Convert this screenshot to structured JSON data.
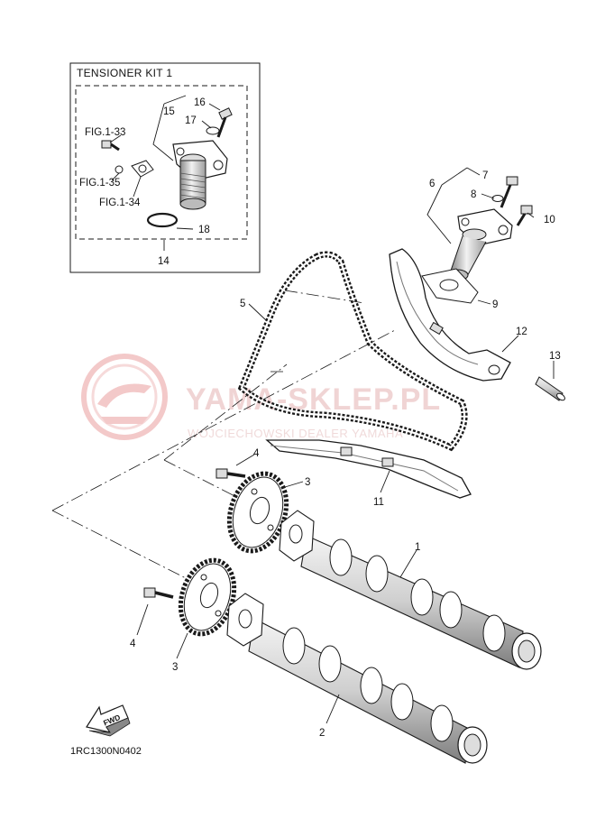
{
  "diagram": {
    "kit_title": "TENSIONER KIT 1",
    "drawing_code": "1RC1300N0402",
    "fwd_label": "FWD",
    "watermark": {
      "brand": "YAMA-SKLEP.PL",
      "subtitle": "WOJCIECHOWSKI DEALER YAMAHA"
    },
    "callouts": {
      "c1": "1",
      "c2": "2",
      "c3a": "3",
      "c3b": "3",
      "c4a": "4",
      "c4b": "4",
      "c5": "5",
      "c6": "6",
      "c7": "7",
      "c8": "8",
      "c9": "9",
      "c10": "10",
      "c11": "11",
      "c12": "12",
      "c13": "13",
      "c14": "14",
      "c15": "15",
      "c16": "16",
      "c17": "17",
      "c18": "18",
      "fig133": "FIG.1-33",
      "fig135": "FIG.1-35",
      "fig134": "FIG.1-34"
    },
    "colors": {
      "line": "#1a1a1a",
      "part_fill": "#ffffff",
      "shade": "#9a9a9a",
      "watermark": "#f0d4d4"
    }
  }
}
